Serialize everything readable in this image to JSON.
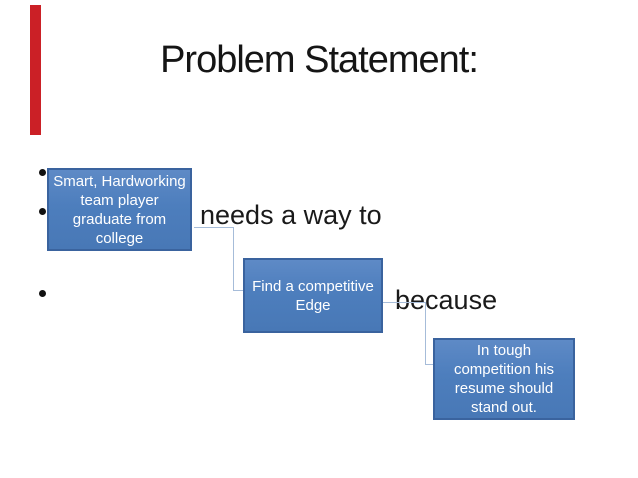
{
  "slide": {
    "title": "Problem Statement:",
    "bullet_count": 3,
    "connector_text": {
      "needs": "needs a way to",
      "because": "because"
    },
    "boxes": {
      "who": {
        "lines": [
          "Smart, Hardworking",
          "team player",
          "graduate from",
          "college"
        ],
        "full_text": "Smart, Hardworking team player graduate from college"
      },
      "need": {
        "lines": [
          "Find a competitive",
          "Edge"
        ],
        "full_text": "Find a competitive Edge"
      },
      "why": {
        "lines": [
          "In tough",
          "competition his",
          "resume should",
          "stand out."
        ],
        "full_text": "In tough competition his resume should stand out."
      }
    },
    "colors": {
      "box_fill": "#4d7ebd",
      "box_border": "#3a639e",
      "connector_line": "#a6bcd9",
      "accent_bar": "#cb2026",
      "box_text": "#ffffff",
      "title_text": "#151515"
    }
  }
}
